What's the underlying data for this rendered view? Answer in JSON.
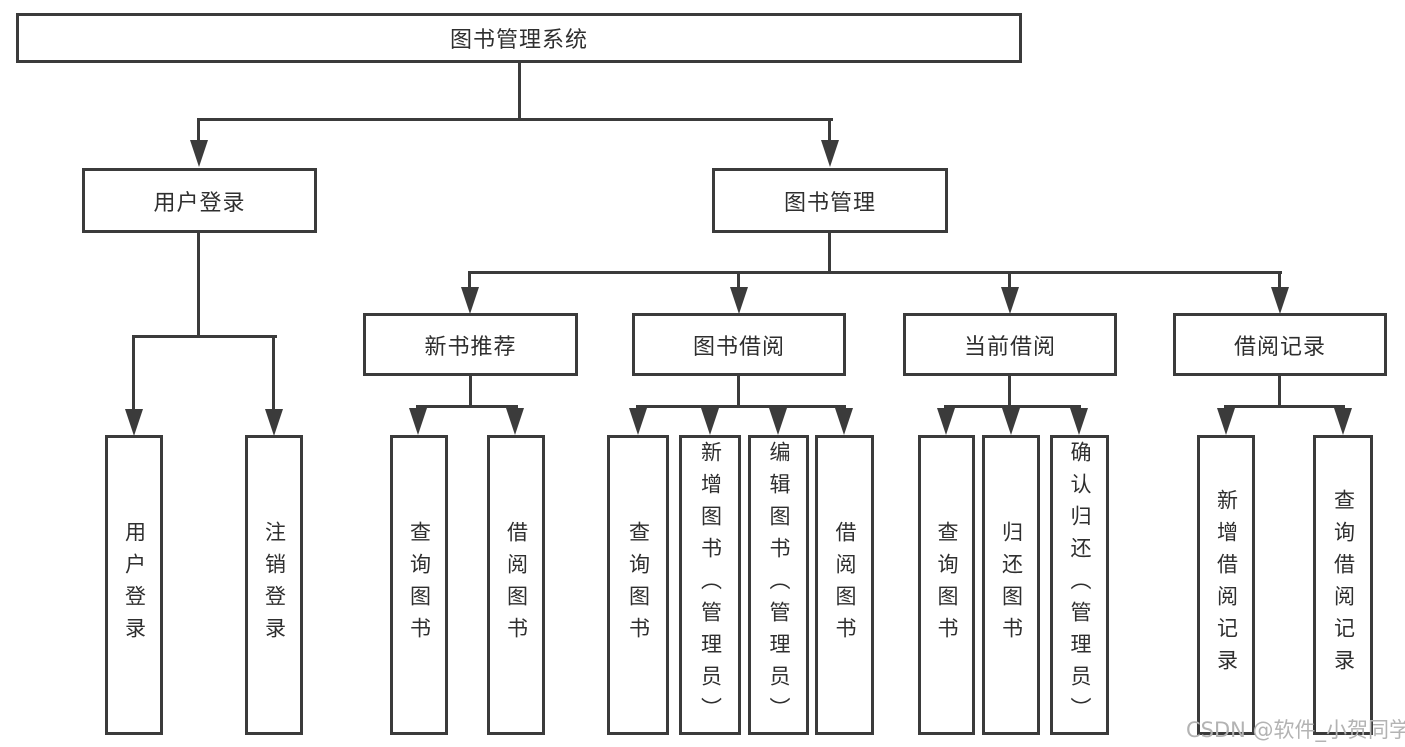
{
  "colors": {
    "line": "#3b3b3b",
    "box_border": "#3b3b3b",
    "text": "#2f2f2f",
    "watermark": "#b3b3b3",
    "background": "#ffffff"
  },
  "tree": {
    "root": {
      "label": "图书管理系统"
    },
    "branches": [
      {
        "label": "用户登录",
        "leaves": [
          "用户登录",
          "注销登录"
        ]
      },
      {
        "label": "图书管理",
        "groups": [
          {
            "label": "新书推荐",
            "leaves": [
              "查询图书",
              "借阅图书"
            ]
          },
          {
            "label": "图书借阅",
            "leaves": [
              "查询图书",
              "新增图书（管理员）",
              "编辑图书（管理员）",
              "借阅图书"
            ]
          },
          {
            "label": "当前借阅",
            "leaves": [
              "查询图书",
              "归还图书",
              "确认归还（管理员）"
            ]
          },
          {
            "label": "借阅记录",
            "leaves": [
              "新增借阅记录",
              "查询借阅记录"
            ]
          }
        ]
      }
    ]
  },
  "watermark": {
    "text": "CSDN @软件_小贺同学"
  }
}
